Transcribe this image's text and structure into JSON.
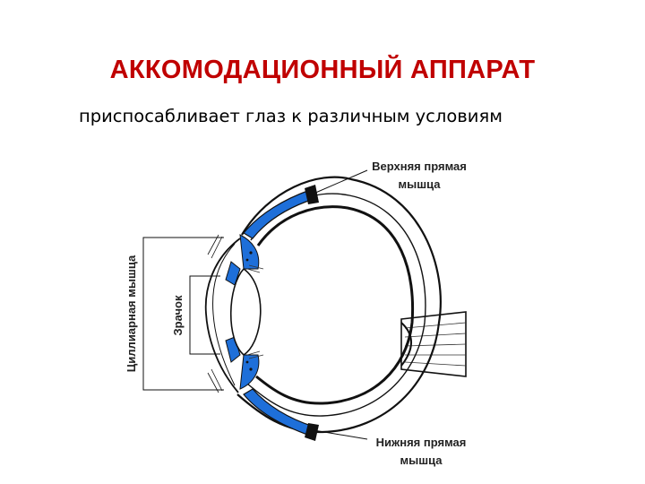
{
  "title": "АККОМОДАЦИОННЫЙ АППАРАТ",
  "subtitle": "приспосабливает глаз к различным условиям",
  "labels": {
    "superior_rectus_line1": "Верхняя прямая",
    "superior_rectus_line2": "мышца",
    "inferior_rectus_line1": "Нижняя прямая",
    "inferior_rectus_line2": "мышца",
    "ciliary_muscle": "Циллиарная мышца",
    "pupil": "Зрачок"
  },
  "colors": {
    "title": "#c00000",
    "muscle": "#1e6fd9",
    "outline": "#111111"
  }
}
